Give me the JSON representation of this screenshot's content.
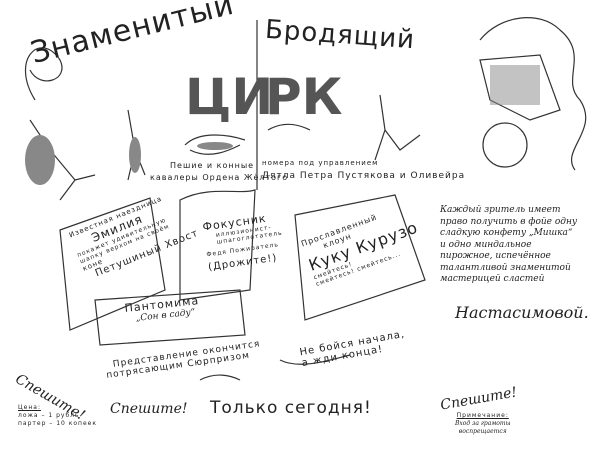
{
  "title": {
    "word1": "Знаменитый",
    "word2": "Бродящий",
    "circus_left": "ЦИ",
    "circus_right": "РК"
  },
  "subtitle_left": [
    "Пешие и конные",
    "кавалеры Ордена Жёлтого"
  ],
  "subtitle_right": [
    "номера под управлением",
    "Дятла Петра Пустякова и Оливейра"
  ],
  "act_rider": [
    "Известная наездница",
    "Эмилия",
    "покажет удивительную",
    "шапку верхом на своём",
    "коне",
    "Петушиный Хвост"
  ],
  "act_magician": [
    "Фокусник",
    "иллюзионист-",
    "шпагоглотатель",
    "Федя Пожиратель",
    "(Дрожите!)"
  ],
  "act_pantomime": [
    "Пантомима",
    "„Сон в саду“"
  ],
  "act_clown": [
    "Прославленный",
    "клоун",
    "Куку Курузо",
    "смейтесь!",
    "смейтесь! смейтесь..."
  ],
  "sweets_note": {
    "text": "Каждый зритель имеет право получить в фойе одну сладкую конфету „Мишка“ и одно миндальное пирожное, испечённое талантливой знаменитой мастерицей сластей",
    "name": "Настасимовой."
  },
  "finale": [
    "Представление окончится",
    "потрясающим Сюрпризом"
  ],
  "motto": [
    "Не бойся начала,",
    "а жди конца!"
  ],
  "hurry": [
    "Спешите!",
    "Спешите!",
    "Спешите!"
  ],
  "only_today": "Только сегодня!",
  "price": {
    "label": "Цена:",
    "lines": [
      "ложа – 1 рубль",
      "партер – 10 копеек"
    ]
  },
  "note": {
    "label": "Примечание:",
    "text": [
      "Вход за грамоты",
      "воспрещается"
    ]
  },
  "colors": {
    "ink": "#222222",
    "shade": "#8a8a8a"
  }
}
